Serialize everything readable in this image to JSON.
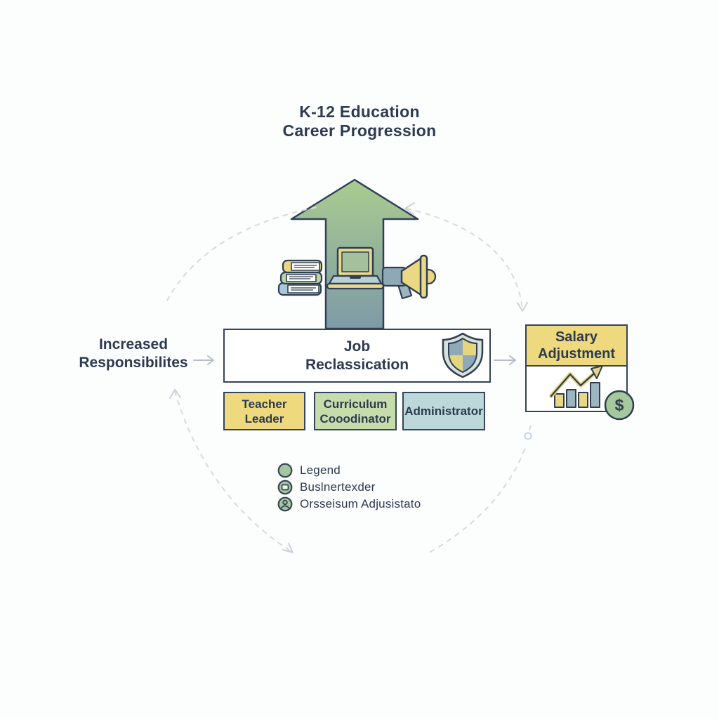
{
  "title": {
    "line1": "K-12 Education",
    "line2": "Career Progression"
  },
  "flow": {
    "left_label": {
      "line1": "Increased",
      "line2": "Responsibilites"
    },
    "center_box": {
      "line1": "Job",
      "line2": "Reclassication"
    },
    "salary_box": {
      "title_line1": "Salary",
      "title_line2": "Adjustment",
      "dollar_symbol": "$"
    }
  },
  "roles": [
    {
      "line1": "Teacher",
      "line2": "Leader"
    },
    {
      "line1": "Curriculum",
      "line2": "Cooodinator"
    },
    {
      "line1": "Administrator",
      "line2": ""
    }
  ],
  "legend": {
    "items": [
      {
        "label": "Legend",
        "icon": "circle-icon"
      },
      {
        "label": "Buslnertexder",
        "icon": "square-badge-icon"
      },
      {
        "label": "Orsseisum Adjusistato",
        "icon": "person-badge-icon"
      }
    ]
  },
  "colors": {
    "text": "#2d3a50",
    "border": "#35445b",
    "arrow_gradient_top": "#a7ca8f",
    "arrow_gradient_bottom": "#7e9aa6",
    "yellow": "#eed97f",
    "green": "#c7dcab",
    "blue": "#bcd8db",
    "blue_gray_icon": "#8ea9b6",
    "dashed_arc": "#d7dbe0",
    "gray_arrow": "#b7bec6",
    "legend_circle": "#a5c79e",
    "dollar_circle": "#a5c89c"
  }
}
